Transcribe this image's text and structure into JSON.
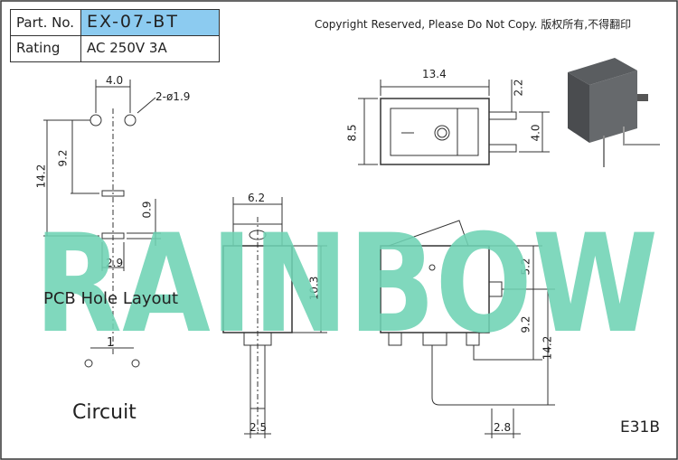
{
  "part_label": "Part. No.",
  "part_number": "EX-07-BT",
  "rating_label": "Rating",
  "rating_value": "AC 250V 3A",
  "copyright": "Copyright Reserved, Please Do Not Copy. 版权所有,不得翻印",
  "watermark": "RAINBOW",
  "pcb_layout_label": "PCB Hole Layout",
  "circuit_label": "Circuit",
  "circuit_pin": "1",
  "model_code": "E31B",
  "dimensions": {
    "pcb_pitch": "4.0",
    "hole_spec": "2-ø1.9",
    "pcb_v1": "9.2",
    "pcb_v2": "14.2",
    "pcb_slot": "0.9",
    "pcb_slot_w": "2.9",
    "top_width": "13.4",
    "top_height": "8.5",
    "top_right1": "2.2",
    "top_right2": "4.0",
    "side_width": "6.2",
    "side_height": "10.3",
    "side_pin": "2.5",
    "front_5_2": "5.2",
    "front_9_2": "9.2",
    "front_14_2": "14.2",
    "front_pin": "2.8"
  },
  "colors": {
    "watermark": "#6fd3b4",
    "part_highlight": "#8ccbf0",
    "line": "#333333"
  }
}
